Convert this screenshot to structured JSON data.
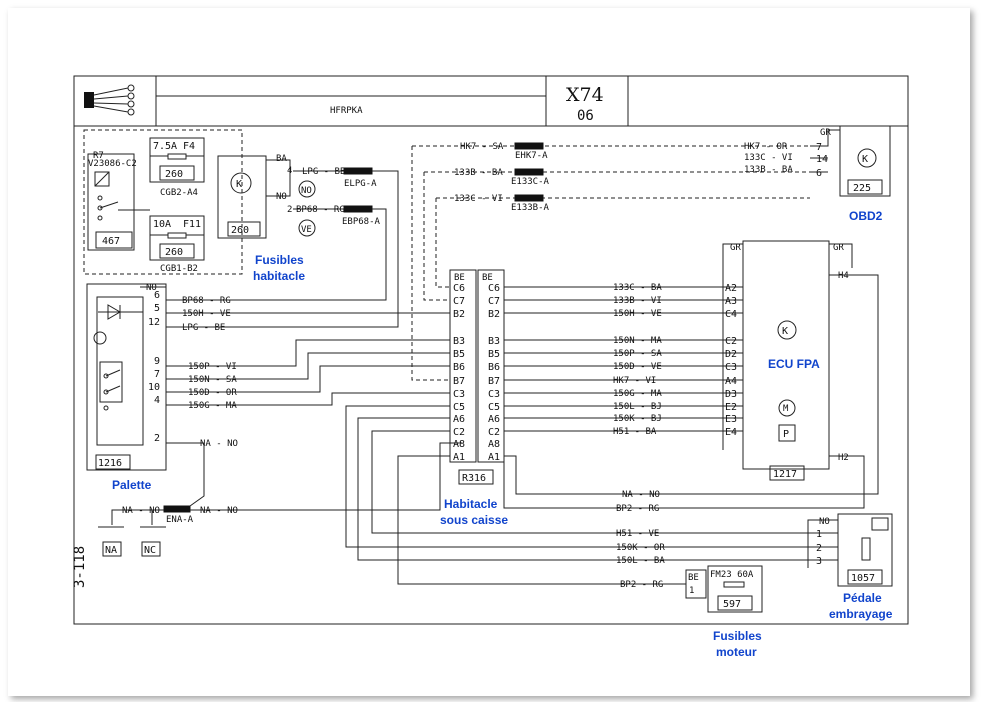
{
  "header": {
    "title": "HFRPKA",
    "code": "X74",
    "sub": "06",
    "side": "3-118"
  },
  "components": {
    "fuse_box_habitacle": {
      "r7": "R7",
      "relay": "V23086-C2",
      "f4_rating": "7.5A",
      "f4": "F4",
      "f4_ref": "260",
      "f4_code": "CGB2-A4",
      "f11_rating": "10A",
      "f11": "F11",
      "f11_ref": "260",
      "f11_code": "CGB1-B2",
      "ref": "467"
    },
    "unit_260": {
      "ref": "260",
      "pin_ba": "BA",
      "pin_no": "NO",
      "pin4": "4",
      "pin2": "2"
    },
    "palette": {
      "ref": "1216",
      "no": "NO"
    },
    "r316": {
      "ref": "R316",
      "be": "BE"
    },
    "ecu": {
      "ref": "1217",
      "gr": "GR",
      "h4": "H4",
      "h2": "H2"
    },
    "obd2": {
      "ref": "225",
      "gr": "GR"
    },
    "pedale": {
      "ref": "1057",
      "no": "NO"
    },
    "fuse_moteur": {
      "be": "BE",
      "fm": "FM23 60A",
      "ref": "597"
    }
  },
  "labels": {
    "fusibles_habitacle": [
      "Fusibles",
      "habitacle"
    ],
    "palette": "Palette",
    "habitacle_sous_caisse": [
      "Habitacle",
      "sous caisse"
    ],
    "ecu_fpa": "ECU FPA",
    "obd2": "OBD2",
    "pedale_embrayage": [
      "Pédale",
      "embrayage"
    ],
    "fusibles_moteur": [
      "Fusibles",
      "moteur"
    ]
  },
  "wires": {
    "lpg_be": "LPG - BE",
    "bp68_rg": "BP68 - RG",
    "elpg": "ELPG-A",
    "ebp68": "EBP68-A",
    "no_circ": "NO",
    "ve_circ": "VE",
    "hk7_sa": "HK7 - SA",
    "ehk7": "EHK7-A",
    "b133_ba": "133B - BA",
    "e133c": "E133C-A",
    "c133_vi": "133C - VI",
    "e133b": "E133B-A",
    "obd_hk7": "HK7 - OR",
    "obd_133c": "133C - VI",
    "obd_133b": "133B - BA",
    "na_no": "NA - NO",
    "ena": "ENA-A",
    "na": "NA",
    "nc": "NC",
    "bp2_rg": "BP2 - RG"
  },
  "palette_pins": [
    {
      "pin": "6",
      "wire": "BP68 - RG"
    },
    {
      "pin": "5",
      "wire": "150H - VE"
    },
    {
      "pin": "12",
      "wire": "LPG - BE"
    },
    {
      "pin": "9",
      "wire": "150P - VI"
    },
    {
      "pin": "7",
      "wire": "150N - SA"
    },
    {
      "pin": "10",
      "wire": "150D - OR"
    },
    {
      "pin": "4",
      "wire": "150G - MA"
    },
    {
      "pin": "2",
      "wire": "NA - NO"
    }
  ],
  "r316_left": [
    "C6",
    "C7",
    "B2",
    "B3",
    "B5",
    "B6",
    "B7",
    "C3",
    "C5",
    "A6",
    "C2",
    "A8",
    "A1"
  ],
  "r316_right": [
    "C6",
    "C7",
    "B2",
    "B3",
    "B5",
    "B6",
    "B7",
    "C3",
    "C5",
    "A6",
    "C2",
    "A8",
    "A1"
  ],
  "ecu_rows": [
    {
      "wire": "133C - BA",
      "pin": "A2"
    },
    {
      "wire": "133B - VI",
      "pin": "A3"
    },
    {
      "wire": "150H - VE",
      "pin": "C4"
    },
    {
      "wire": "150N - MA",
      "pin": "C2"
    },
    {
      "wire": "150P - SA",
      "pin": "D2"
    },
    {
      "wire": "150D - VE",
      "pin": "C3"
    },
    {
      "wire": "HK7 - VI",
      "pin": "A4"
    },
    {
      "wire": "150G - MA",
      "pin": "D3"
    },
    {
      "wire": "150L - BJ",
      "pin": "E2"
    },
    {
      "wire": "150K - BJ",
      "pin": "E3"
    },
    {
      "wire": "H51 - BA",
      "pin": "E4"
    }
  ],
  "obd_pins": [
    "7",
    "14",
    "6"
  ],
  "pedale_rows": [
    {
      "wire": "H51 - VE",
      "pin": "1"
    },
    {
      "wire": "150K - OR",
      "pin": "2"
    },
    {
      "wire": "150L - BA",
      "pin": "3"
    }
  ],
  "fuse_moteur_pin": "1"
}
